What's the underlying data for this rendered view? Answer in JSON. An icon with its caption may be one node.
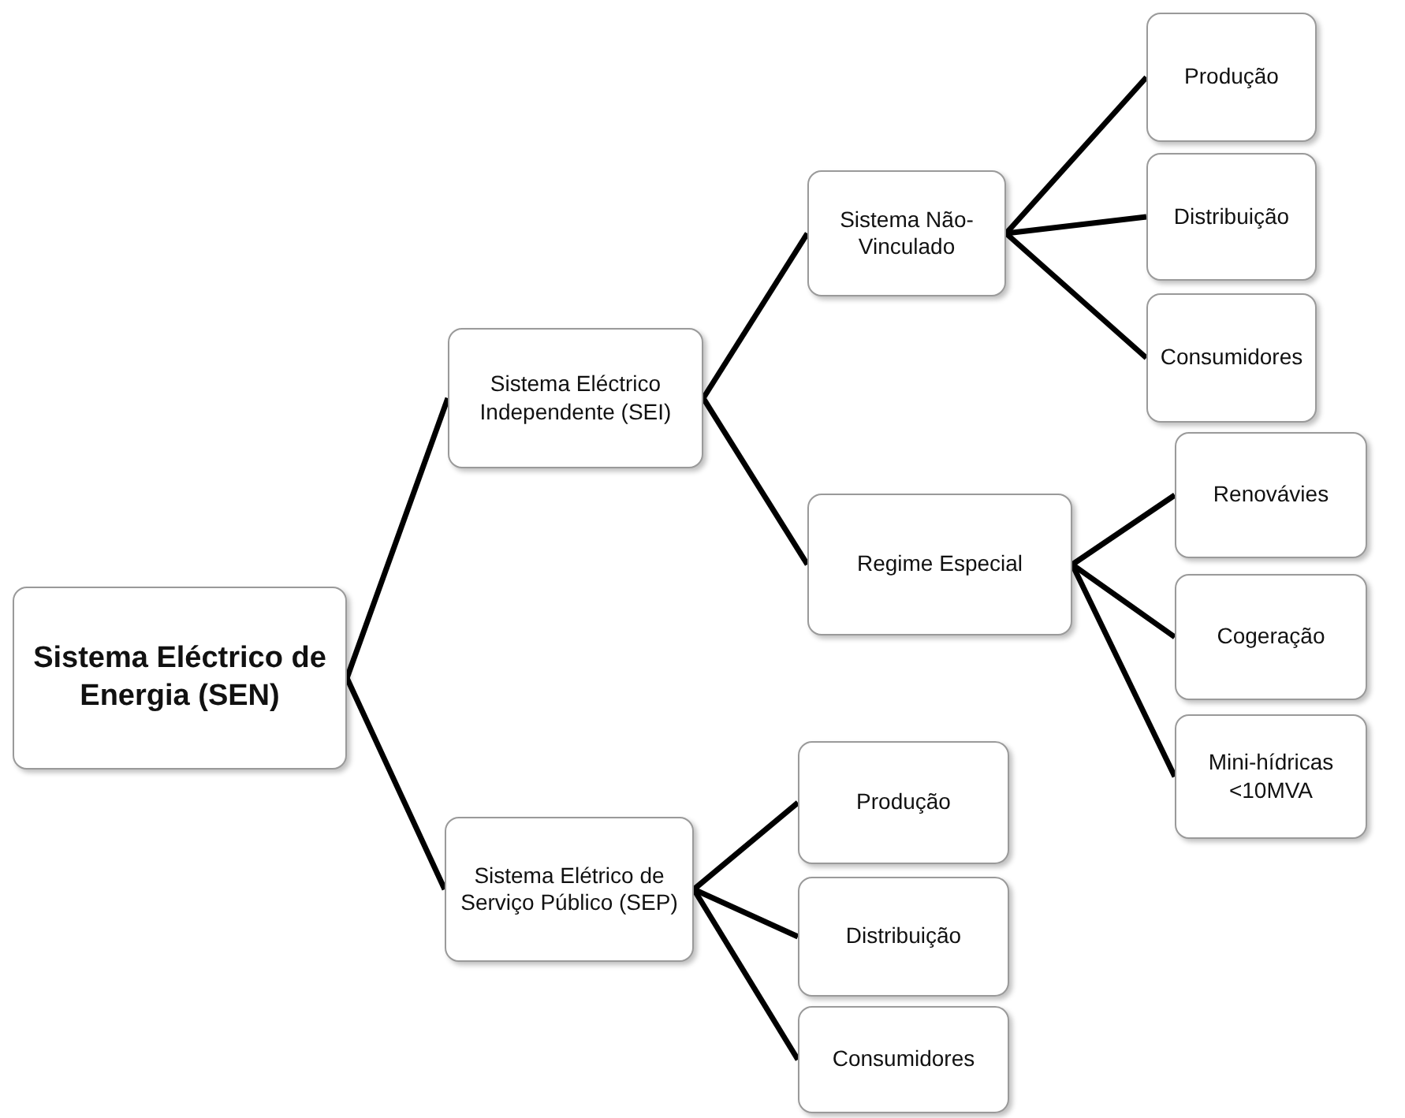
{
  "diagram": {
    "nodes": [
      {
        "text": [
          "Sistema Eléctrico de Energia (SEN)"
        ]
      },
      {
        "text": [
          "Sistema Eléctrico Independente (SEI)"
        ]
      },
      {
        "text": [
          "Sistema Não-Vinculado"
        ]
      },
      {
        "text": [
          "Produção"
        ]
      },
      {
        "text": [
          "Distribuição"
        ]
      },
      {
        "text": [
          "Consumidores"
        ]
      },
      {
        "text": [
          "Regime Especial"
        ]
      },
      {
        "text": [
          "Renovávies"
        ]
      },
      {
        "text": [
          "Cogeração"
        ]
      },
      {
        "text": [
          "Mini-hídricas <10MVA"
        ]
      },
      {
        "text": [
          "Sistema Elétrico de Serviço Público (SEP)"
        ]
      },
      {
        "text": [
          "Produção"
        ]
      },
      {
        "text": [
          "Distribuição"
        ]
      },
      {
        "text": [
          "Consumidores"
        ]
      }
    ],
    "edges": [
      {
        "from": 0,
        "to": 1,
        "arrow": "none"
      },
      {
        "from": 0,
        "to": 10,
        "arrow": "none"
      },
      {
        "from": 1,
        "to": 2,
        "arrow": "none"
      },
      {
        "from": 1,
        "to": 6,
        "arrow": "none"
      },
      {
        "from": 2,
        "to": 3,
        "arrow": "none"
      },
      {
        "from": 2,
        "to": 4,
        "arrow": "none"
      },
      {
        "from": 2,
        "to": 5,
        "arrow": "none"
      },
      {
        "from": 6,
        "to": 7,
        "arrow": "none"
      },
      {
        "from": 6,
        "to": 8,
        "arrow": "none"
      },
      {
        "from": 6,
        "to": 9,
        "arrow": "none"
      },
      {
        "from": 10,
        "to": 11,
        "arrow": "none"
      },
      {
        "from": 10,
        "to": 12,
        "arrow": "none"
      },
      {
        "from": 10,
        "to": 13,
        "arrow": "none"
      }
    ]
  }
}
